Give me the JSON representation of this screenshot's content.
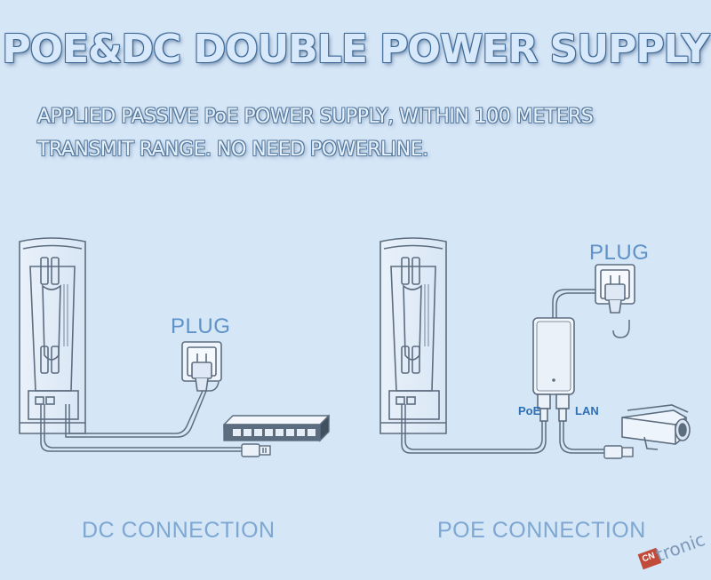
{
  "title": "POE&DC DOUBLE POWER SUPPLY",
  "subtitle": {
    "line1": "APPLIED PASSIVE PoE POWER SUPPLY, WITHIN 100 METERS",
    "line2": "TRANSMIT RANGE. NO NEED POWERLINE."
  },
  "dc": {
    "plug_label": "PLUG",
    "connection_label": "DC CONNECTION"
  },
  "poe": {
    "plug_label": "PLUG",
    "connection_label": "POE CONNECTION",
    "poe_port_label": "PoE",
    "lan_port_label": "LAN"
  },
  "watermark": {
    "text": "tronic",
    "mark": "CN"
  },
  "colors": {
    "background": "#d5e6f7",
    "line": "#5d6d80",
    "accent": "#5f92c7"
  }
}
